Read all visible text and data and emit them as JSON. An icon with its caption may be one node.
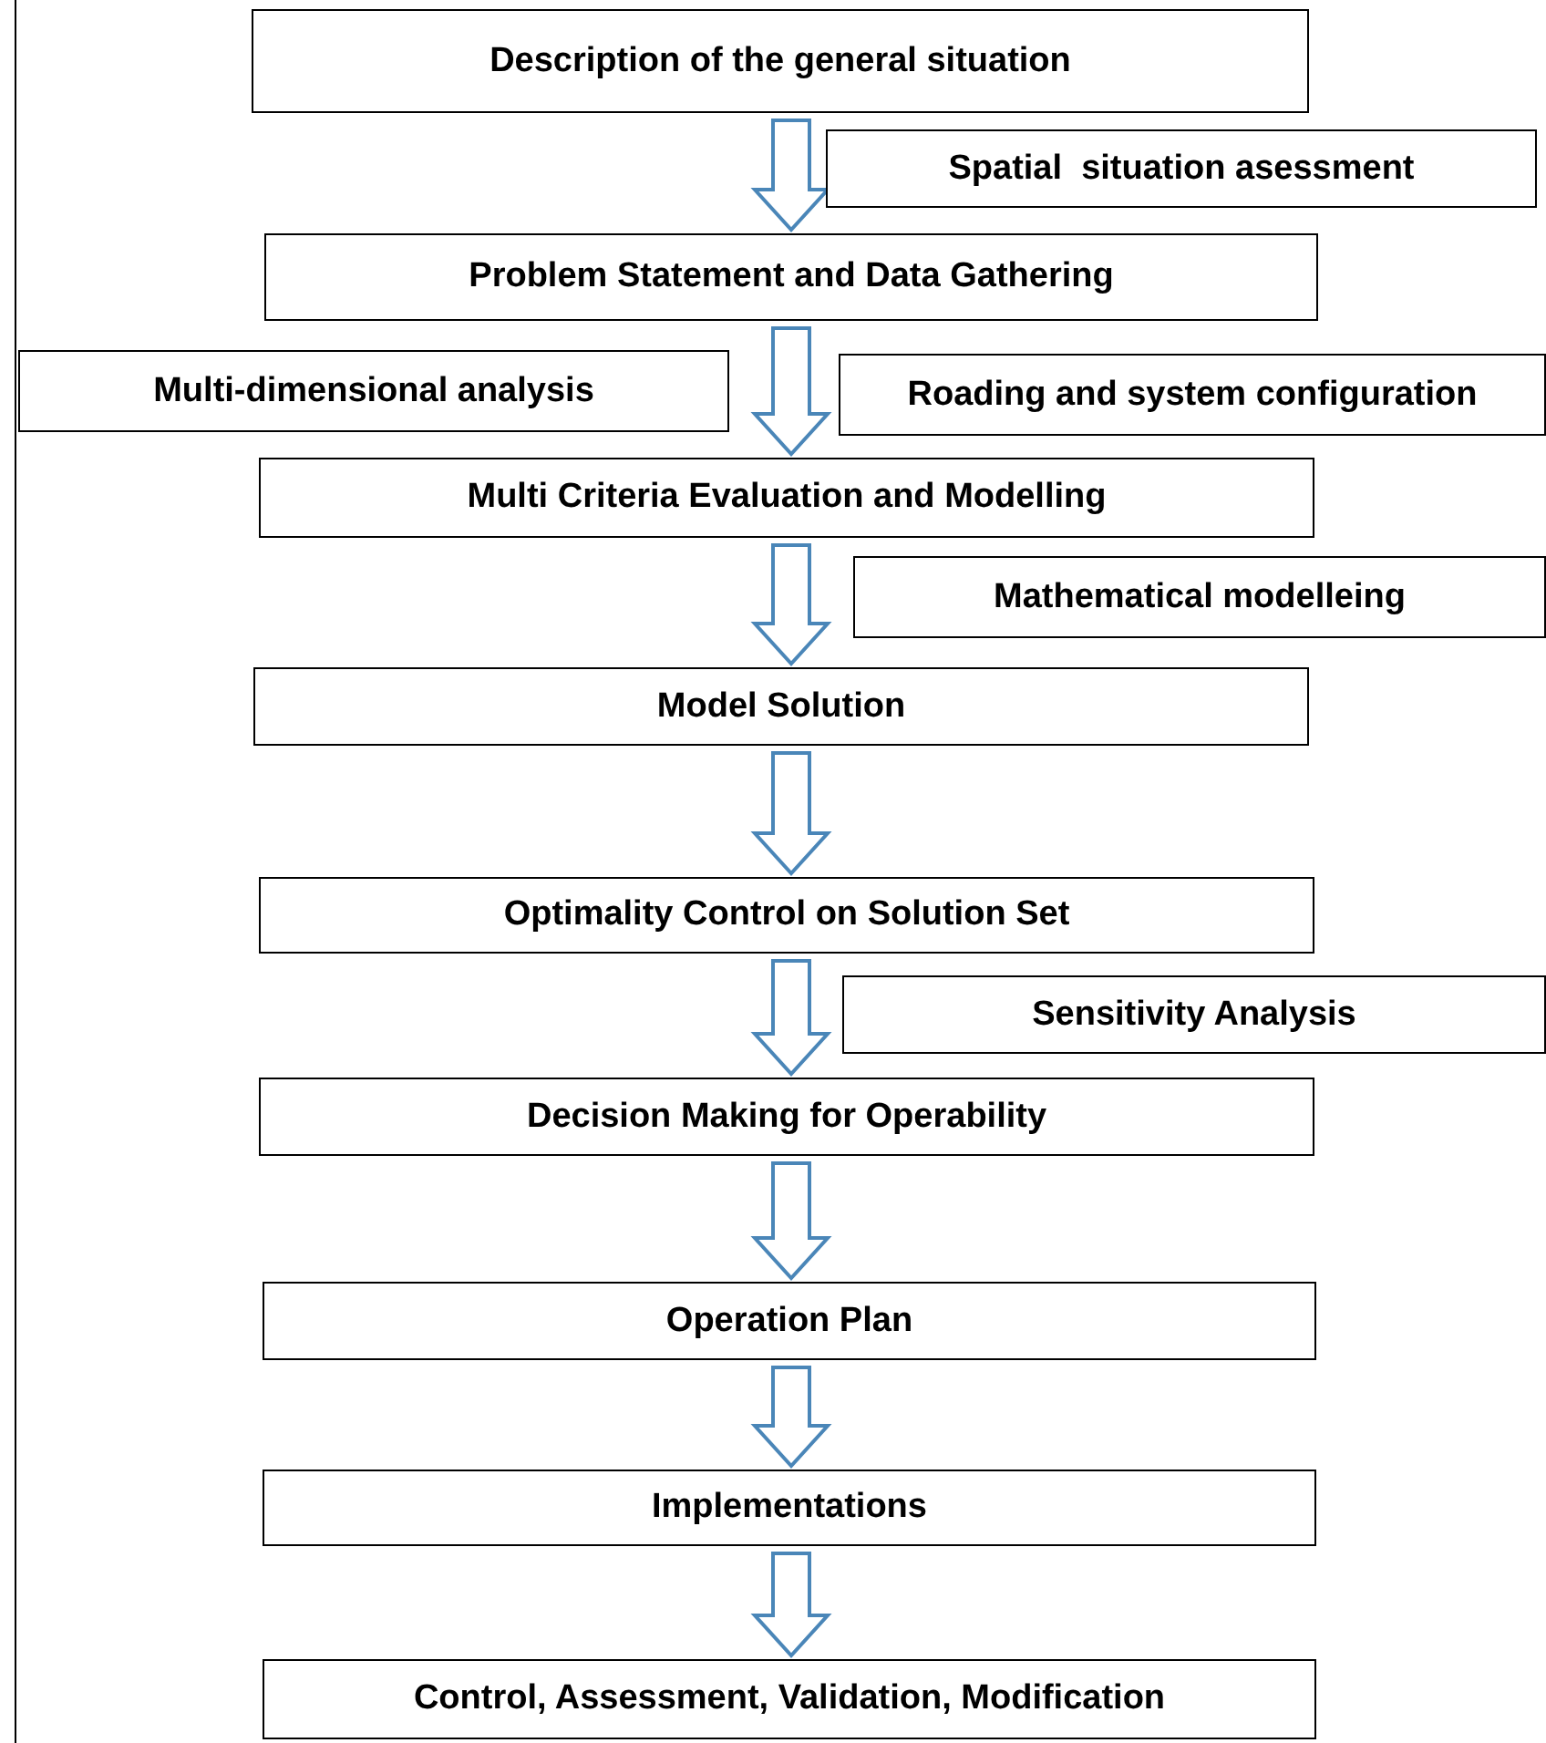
{
  "diagram": {
    "nodes": [
      {
        "text": [
          "Description of the general situation"
        ]
      },
      {
        "text": [
          "Problem Statement and Data Gathering"
        ]
      },
      {
        "text": [
          "Multi Criteria Evaluation and Modelling"
        ]
      },
      {
        "text": [
          "Model Solution"
        ]
      },
      {
        "text": [
          "Optimality Control on Solution Set"
        ]
      },
      {
        "text": [
          "Decision Making for Operability"
        ]
      },
      {
        "text": [
          "Operation Plan"
        ]
      },
      {
        "text": [
          "Implementations"
        ]
      },
      {
        "text": [
          "Control, Assessment, Validation, Modification"
        ]
      },
      {
        "text": [
          "Spatial  situation asessment"
        ]
      },
      {
        "text": [
          "Multi-dimensional analysis"
        ]
      },
      {
        "text": [
          "Roading and system configuration"
        ]
      },
      {
        "text": [
          "Mathematical modelleing"
        ]
      },
      {
        "text": [
          "Sensitivity Analysis"
        ]
      }
    ],
    "edges": [
      {
        "from": 0,
        "to": 1,
        "arrow": "to"
      },
      {
        "from": 1,
        "to": 2,
        "arrow": "to"
      },
      {
        "from": 2,
        "to": 3,
        "arrow": "to"
      },
      {
        "from": 3,
        "to": 4,
        "arrow": "to"
      },
      {
        "from": 4,
        "to": 5,
        "arrow": "to"
      },
      {
        "from": 5,
        "to": 6,
        "arrow": "to"
      },
      {
        "from": 6,
        "to": 7,
        "arrow": "to"
      },
      {
        "from": 7,
        "to": 8,
        "arrow": "to"
      }
    ]
  }
}
